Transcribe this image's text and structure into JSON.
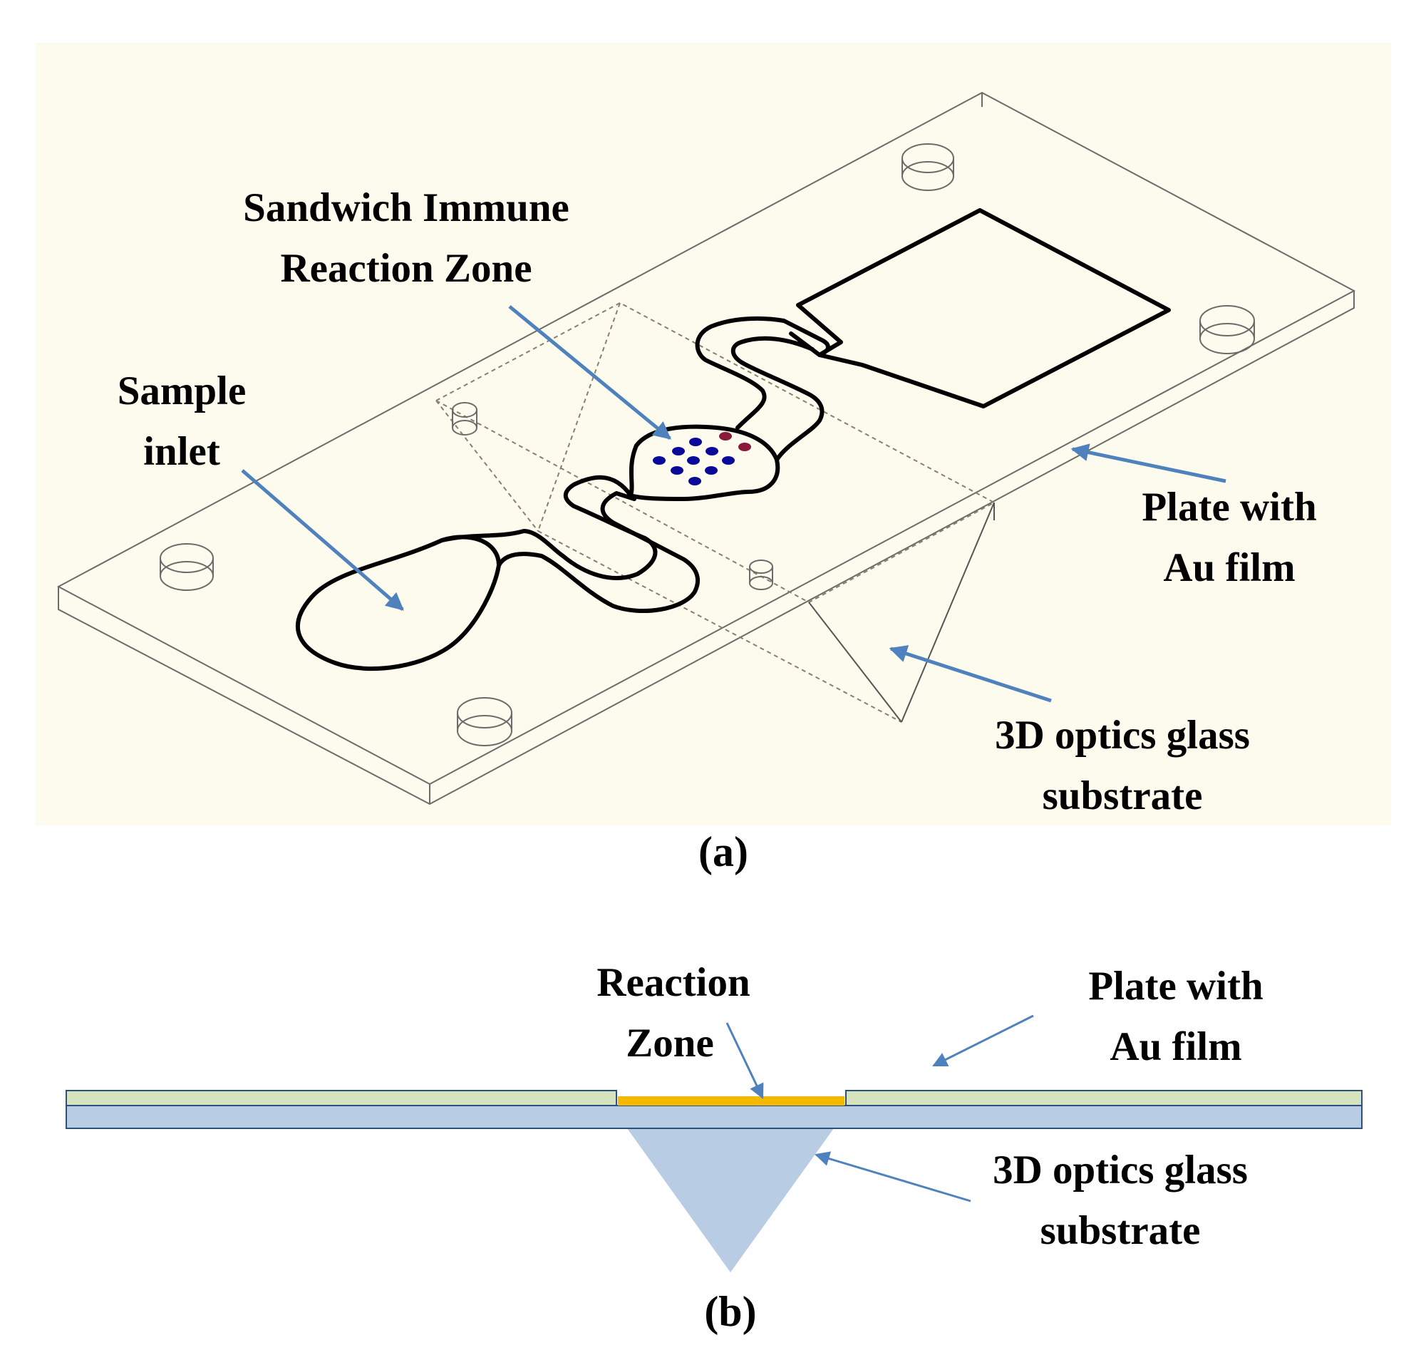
{
  "panel_a": {
    "caption": "(a)",
    "background_color": "#fdfbed",
    "labels": {
      "reaction_zone": [
        "Sandwich Immune",
        "Reaction Zone"
      ],
      "sample_inlet": [
        "Sample",
        "inlet"
      ],
      "plate": [
        "Plate with",
        "Au film"
      ],
      "substrate": [
        "3D optics glass",
        "substrate"
      ]
    },
    "dot_colors": {
      "capture": "#0a0a9a",
      "control": "#8b1a3a"
    }
  },
  "panel_b": {
    "caption": "(b)",
    "labels": {
      "reaction_zone": [
        "Reaction",
        "Zone"
      ],
      "plate": [
        "Plate with",
        "Au film"
      ],
      "substrate": [
        "3D optics glass",
        "substrate"
      ]
    },
    "colors": {
      "plate": "#d6e3bf",
      "au_film": "#f5b800",
      "glass": "#b8cce4",
      "arrow": "#4f81bd"
    }
  }
}
